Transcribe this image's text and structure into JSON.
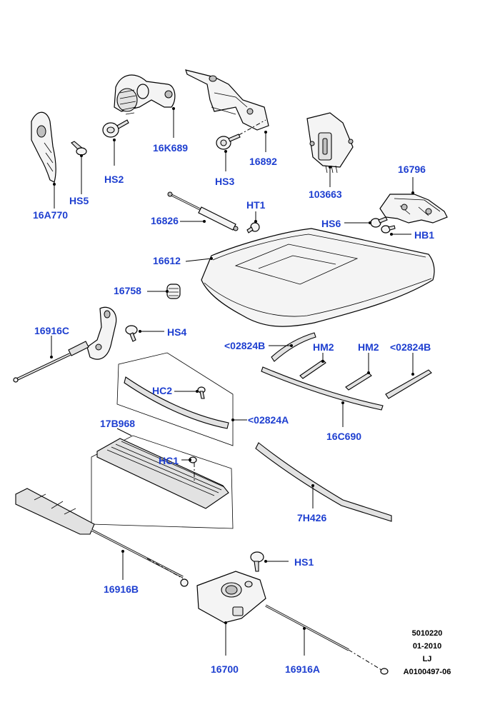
{
  "labels": {
    "l16A770": "16A770",
    "lHS5": "HS5",
    "lHS2": "HS2",
    "l16K689": "16K689",
    "lHS3": "HS3",
    "l16892": "16892",
    "l103663": "103663",
    "l16796": "16796",
    "l16826": "16826",
    "lHT1": "HT1",
    "lHS6": "HS6",
    "lHB1": "HB1",
    "l16612": "16612",
    "l16758": "16758",
    "l16916C": "16916C",
    "lHS4": "HS4",
    "l02824B_left": "<02824B",
    "lHM2_left": "HM2",
    "lHM2_right": "HM2",
    "l02824B_right": "<02824B",
    "lHC2": "HC2",
    "l02824A": "<02824A",
    "l16C690": "16C690",
    "l17B968": "17B968",
    "lHC1": "HC1",
    "l7H426": "7H426",
    "l16916B": "16916B",
    "lHS1": "HS1",
    "l16700": "16700",
    "l16916A": "16916A"
  },
  "meta": {
    "line1": "5010220",
    "line2": "01-2010",
    "line3": "LJ",
    "line4": "A0100497-06"
  },
  "colors": {
    "label": "#1e3fd0",
    "line": "#000000"
  }
}
